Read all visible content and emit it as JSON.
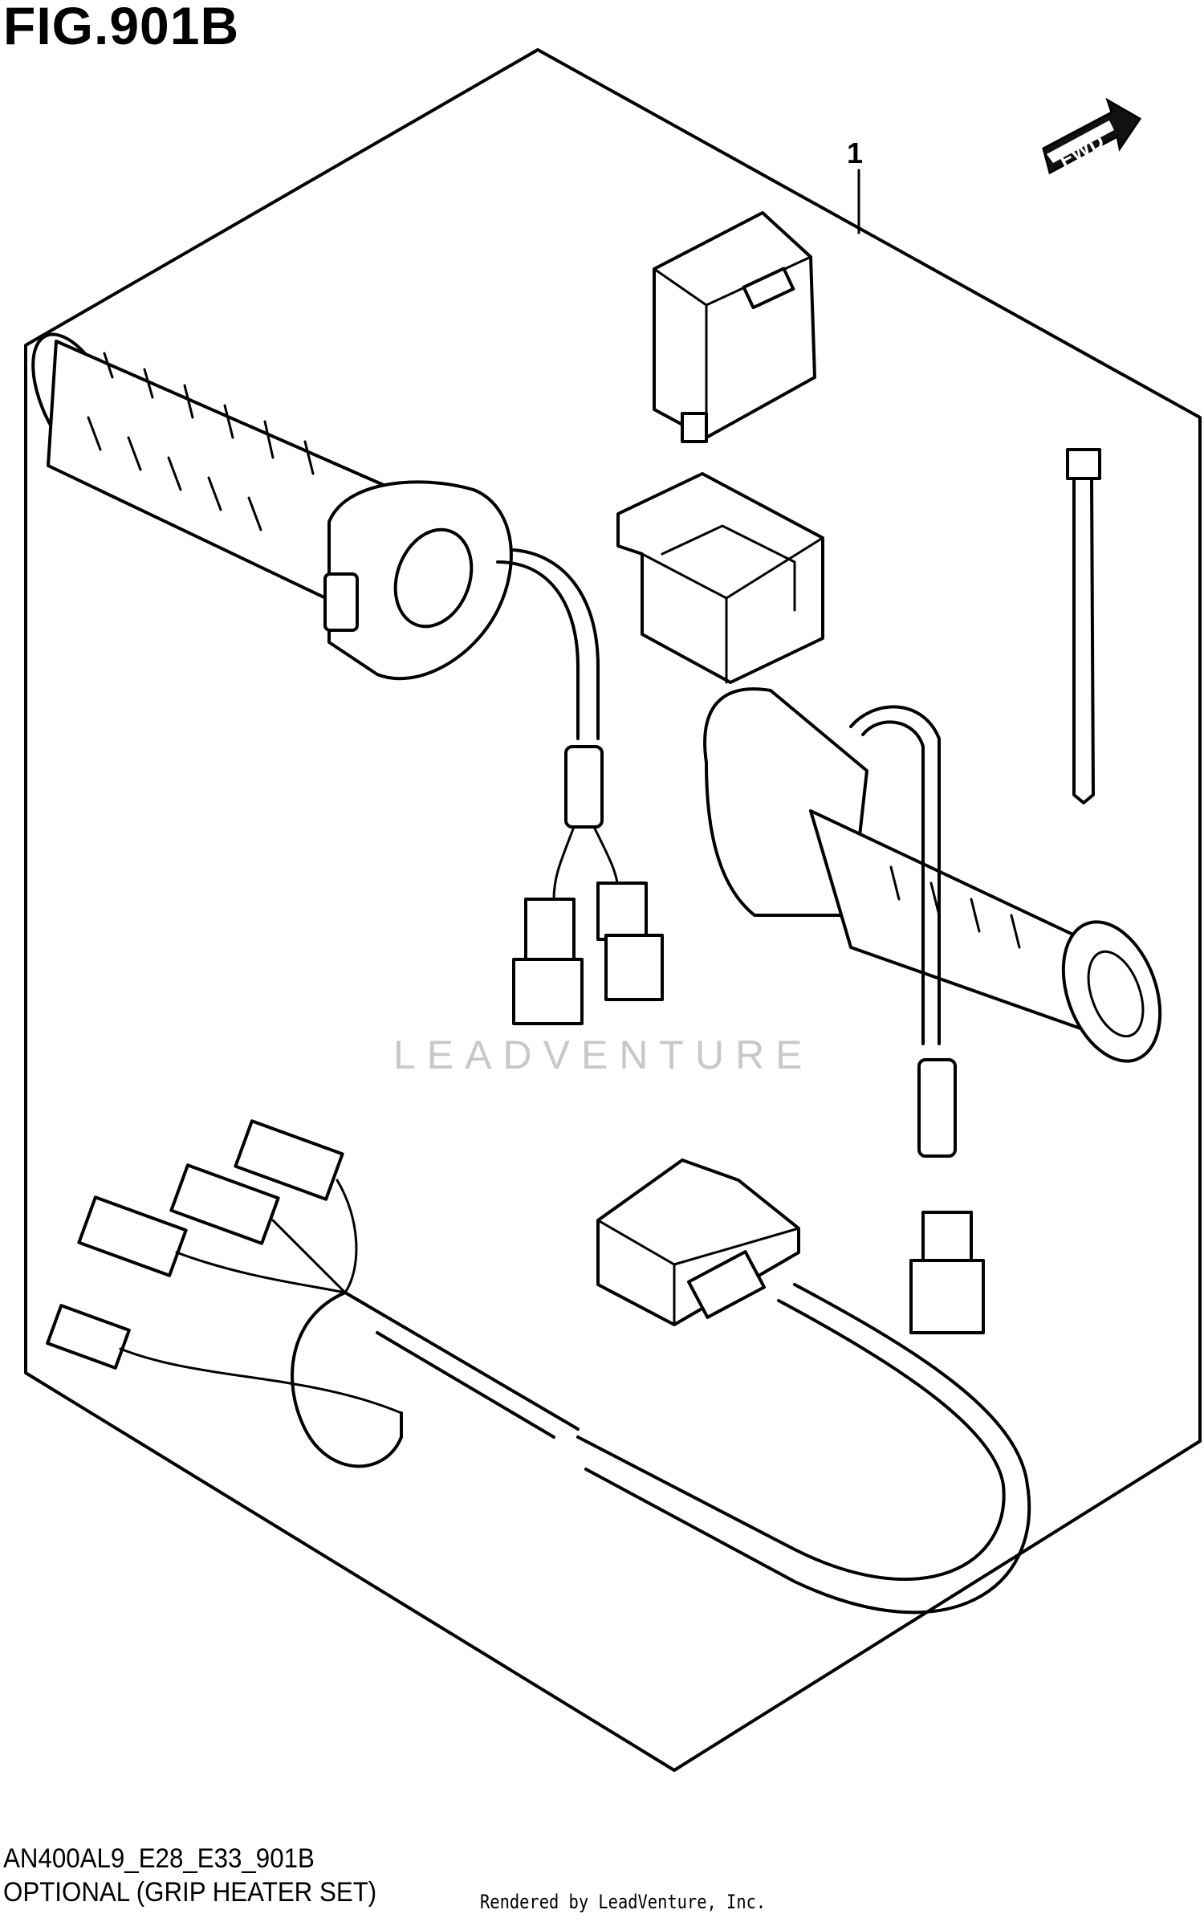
{
  "figure": {
    "title": "FIG.901B",
    "callout_label": "1",
    "fwd_label": "FWD",
    "model_code": "AN400AL9_E28_E33_901B",
    "caption": "OPTIONAL (GRIP HEATER SET)",
    "credit": "Rendered by LeadVenture, Inc.",
    "watermark": "LEADVENTURE"
  },
  "parts": [
    {
      "ref": "1",
      "name": "grip heater set"
    }
  ],
  "icons": [
    "fwd-arrow-icon"
  ]
}
